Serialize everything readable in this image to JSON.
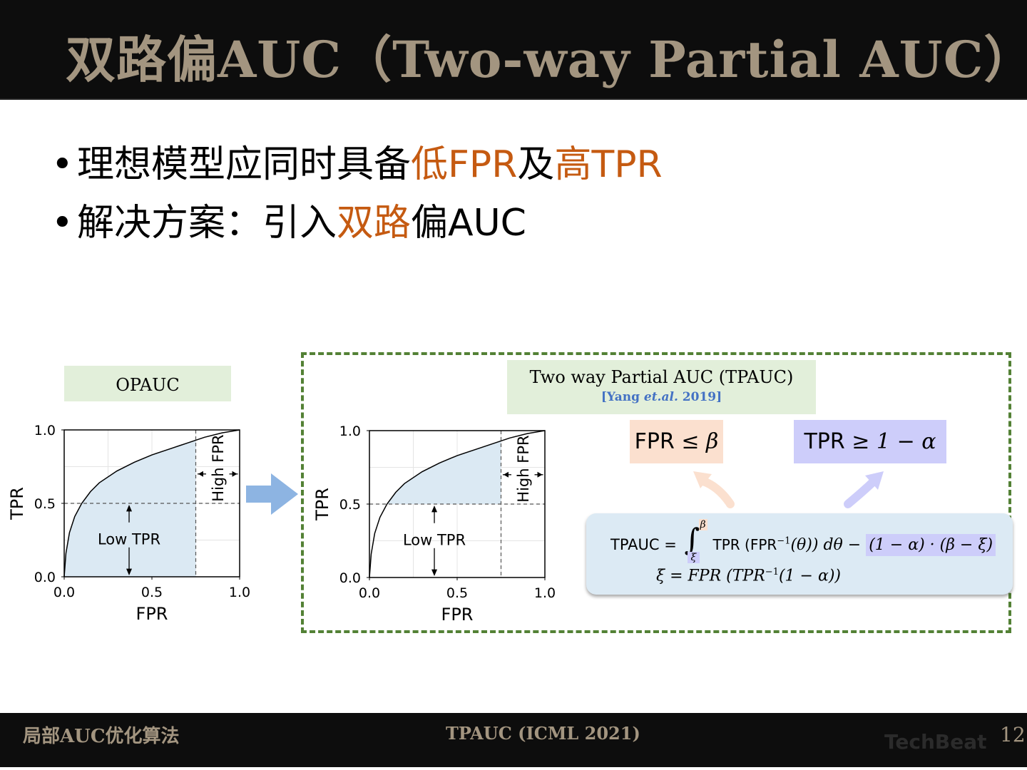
{
  "header": {
    "title": "双路偏AUC（Two-way Partial AUC）"
  },
  "bullets": [
    {
      "parts": [
        "理想模型应同时具备",
        "低FPR",
        "及",
        "高TPR"
      ]
    },
    {
      "parts": [
        "解决方案：引入",
        "双路",
        "偏AUC"
      ]
    }
  ],
  "left_chart": {
    "label": "OPAUC",
    "xlabel": "FPR",
    "ylabel": "TPR",
    "x_ticks": [
      "0.0",
      "0.5",
      "1.0"
    ],
    "y_ticks": [
      "0.0",
      "0.5",
      "1.0"
    ],
    "low_tpr_label": "Low TPR",
    "high_fpr_label": "High FPR"
  },
  "right_chart": {
    "title": "Two way Partial AUC (TPAUC)",
    "citation": {
      "prefix": "[Yang ",
      "etal": "et.al.",
      "suffix": " 2019]"
    },
    "xlabel": "FPR",
    "ylabel": "TPR",
    "x_ticks": [
      "0.0",
      "0.5",
      "1.0"
    ],
    "y_ticks": [
      "0.0",
      "0.5",
      "1.0"
    ],
    "low_tpr_label": "Low TPR",
    "high_fpr_label": "High FPR"
  },
  "conditions": {
    "fpr": {
      "lhs": "FPR",
      "op": " ≤ ",
      "rhs": "β"
    },
    "tpr": {
      "lhs": "TPR",
      "op": " ≥ ",
      "rhs": "1 − α"
    }
  },
  "formula": {
    "line1_lhs": "TPAUC = ",
    "integral": "∫",
    "upper": "β",
    "lower": "ξ",
    "integrand": "TPR (FPR",
    "inv": "−1",
    "theta": "(θ)) dθ − ",
    "penalty": "(1 − α) · (β − ξ)",
    "line2": "ξ = FPR (TPR",
    "line2_tail": "(1 − α))"
  },
  "footer": {
    "left": "局部AUC优化算法",
    "center": "TPAUC (ICML 2021)",
    "logo": "TechBeat",
    "page": "12"
  },
  "colors": {
    "title": "#a39580",
    "highlight": "#c55a11",
    "roc_fill": "#dbe9f3",
    "frame": "#538135",
    "label_bg": "#e2efda",
    "fpr_box": "#fbe0cf",
    "tpr_box": "#cdcdfa",
    "arrow": "#8db4e2",
    "citation": "#4472c4"
  },
  "chart_data": [
    {
      "type": "area",
      "title": "OPAUC",
      "xlabel": "FPR",
      "ylabel": "TPR",
      "xlim": [
        0,
        1
      ],
      "ylim": [
        0,
        1
      ],
      "x": [
        0,
        0.01,
        0.03,
        0.06,
        0.1,
        0.15,
        0.2,
        0.3,
        0.4,
        0.5,
        0.6,
        0.7,
        0.75,
        0.8,
        0.9,
        1.0
      ],
      "y": [
        0,
        0.16,
        0.3,
        0.41,
        0.5,
        0.58,
        0.64,
        0.72,
        0.78,
        0.83,
        0.87,
        0.91,
        0.93,
        0.95,
        0.98,
        1.0
      ],
      "shaded_fpr_range": [
        0,
        0.75
      ],
      "reference_lines": {
        "tpr": 0.5,
        "fpr": 0.75
      },
      "grid": true
    },
    {
      "type": "area",
      "title": "Two way Partial AUC (TPAUC)",
      "xlabel": "FPR",
      "ylabel": "TPR",
      "xlim": [
        0,
        1
      ],
      "ylim": [
        0,
        1
      ],
      "x": [
        0,
        0.01,
        0.03,
        0.06,
        0.1,
        0.15,
        0.2,
        0.3,
        0.4,
        0.5,
        0.6,
        0.7,
        0.75,
        0.8,
        0.9,
        1.0
      ],
      "y": [
        0,
        0.16,
        0.3,
        0.41,
        0.5,
        0.58,
        0.64,
        0.72,
        0.78,
        0.83,
        0.87,
        0.91,
        0.93,
        0.95,
        0.98,
        1.0
      ],
      "shaded_fpr_range": [
        0.08,
        0.75
      ],
      "shaded_tpr_min": 0.5,
      "reference_lines": {
        "tpr": 0.5,
        "fpr": 0.75
      },
      "grid": true
    }
  ]
}
